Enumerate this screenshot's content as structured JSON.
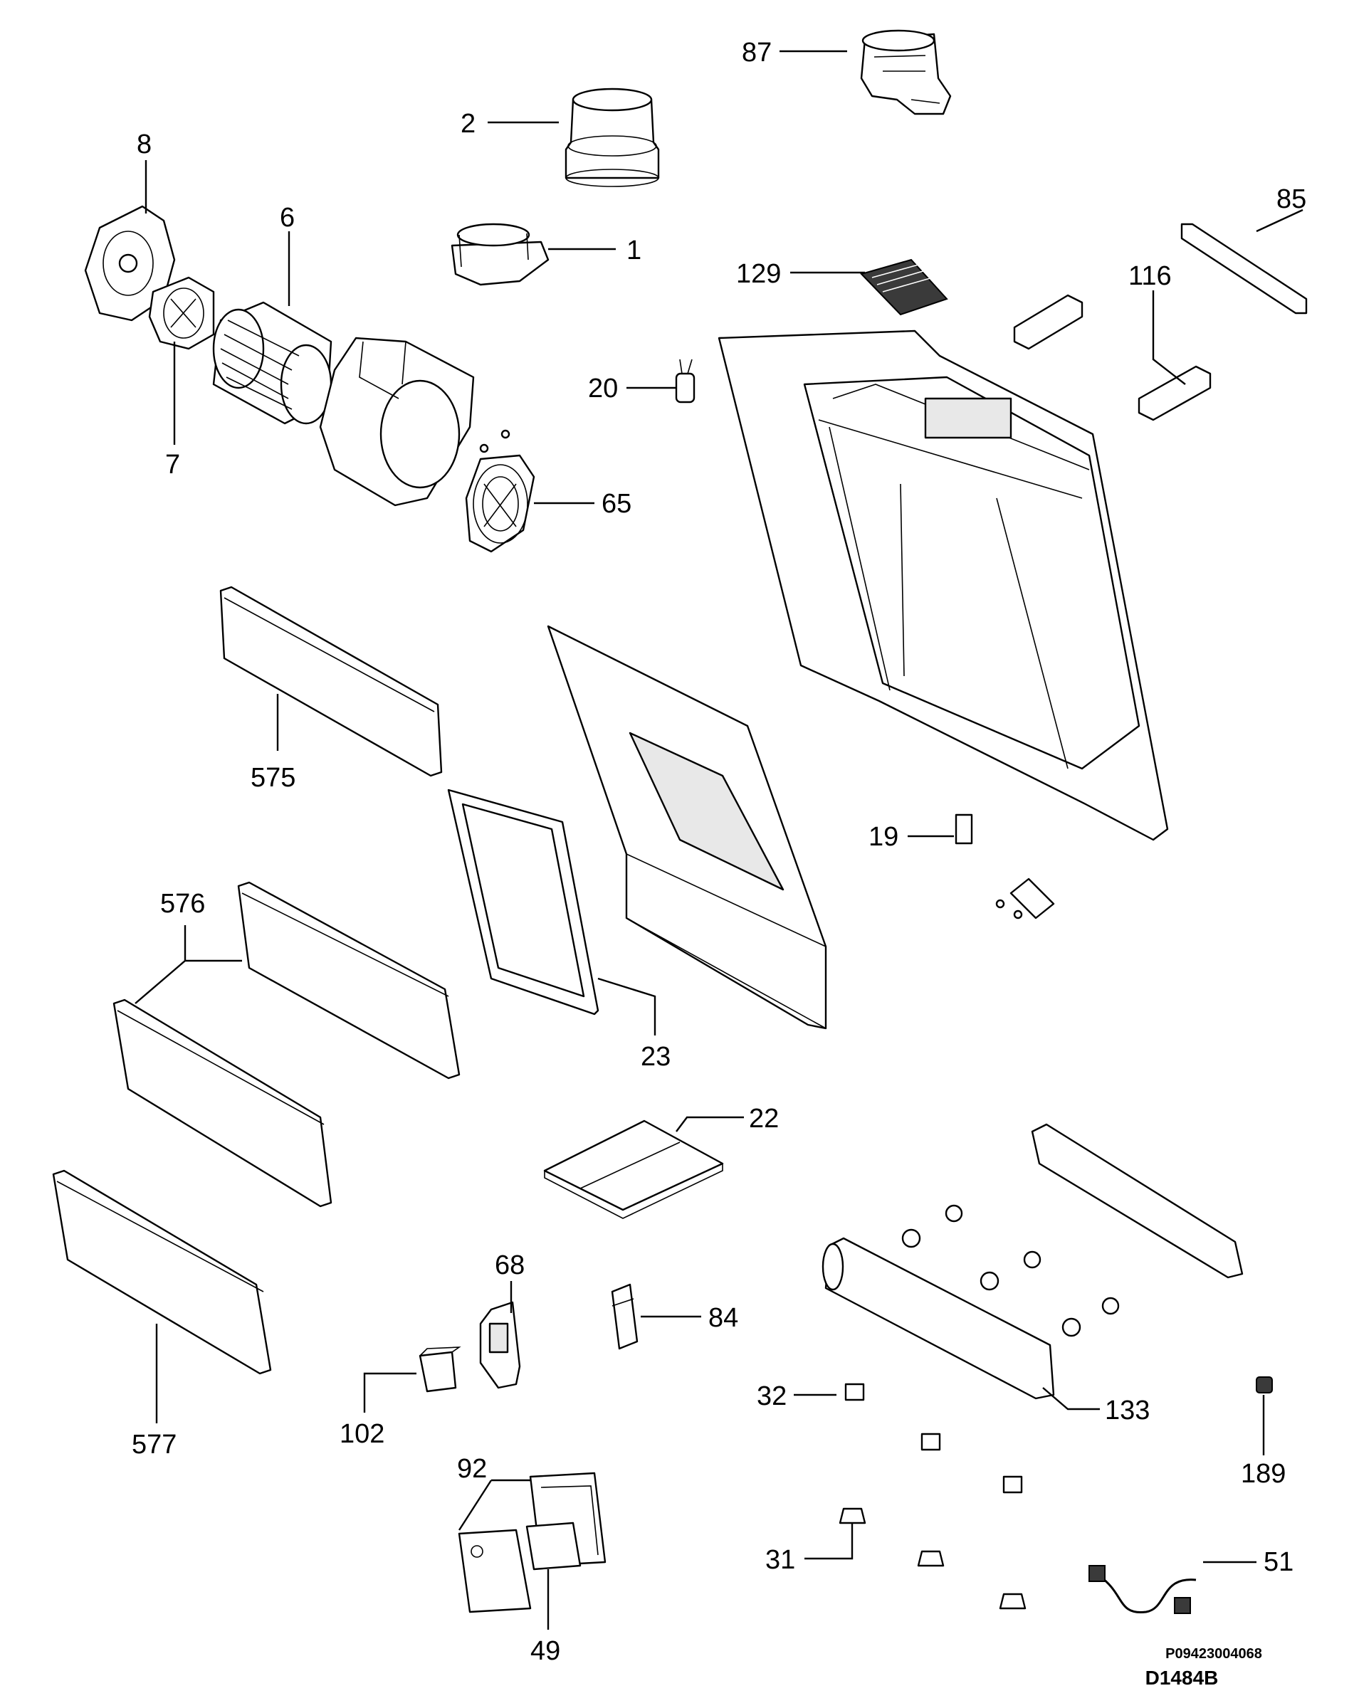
{
  "callouts": {
    "c87": "87",
    "c2": "2",
    "c8": "8",
    "c6": "6",
    "c1": "1",
    "c85": "85",
    "c129": "129",
    "c116": "116",
    "c20": "20",
    "c7": "7",
    "c65": "65",
    "c575": "575",
    "c19": "19",
    "c576": "576",
    "c23": "23",
    "c22": "22",
    "c68": "68",
    "c84": "84",
    "c32": "32",
    "c133": "133",
    "c102": "102",
    "c577": "577",
    "c189": "189",
    "c92": "92",
    "c31": "31",
    "c51": "51",
    "c49": "49"
  },
  "footer": {
    "doc_code": "P09423004068",
    "diagram_id": "D1484B"
  }
}
